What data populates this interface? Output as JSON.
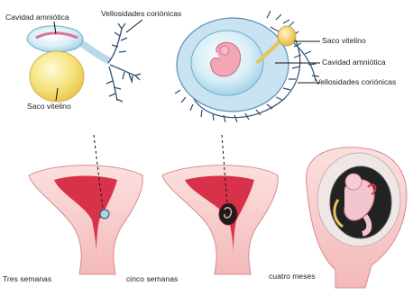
{
  "labels": {
    "cavidad_amniotica_top": "Cavidad amniótica",
    "vellosidades_top": "Vellosidades coriónicas",
    "saco_vitelino_left": "Saco vitelino",
    "saco_vitelino_right": "Saco vitelino",
    "cavidad_amniotica_right": "Cavidad amniótica",
    "vellosidades_right": "Vellosidades coriónicas",
    "tres_semanas": "Tres semanas",
    "cinco_semanas": "cinco semanas",
    "cuatro_meses": "cuatro meses"
  },
  "colors": {
    "uterus_wall": "#f6c9c8",
    "uterus_cavity": "#d8324a",
    "yolk_sac": "#f5e27a",
    "amnion_blue": "#a9d6ea",
    "villi_dark": "#2c4f72",
    "embryo_pink": "#f1a7b6"
  }
}
